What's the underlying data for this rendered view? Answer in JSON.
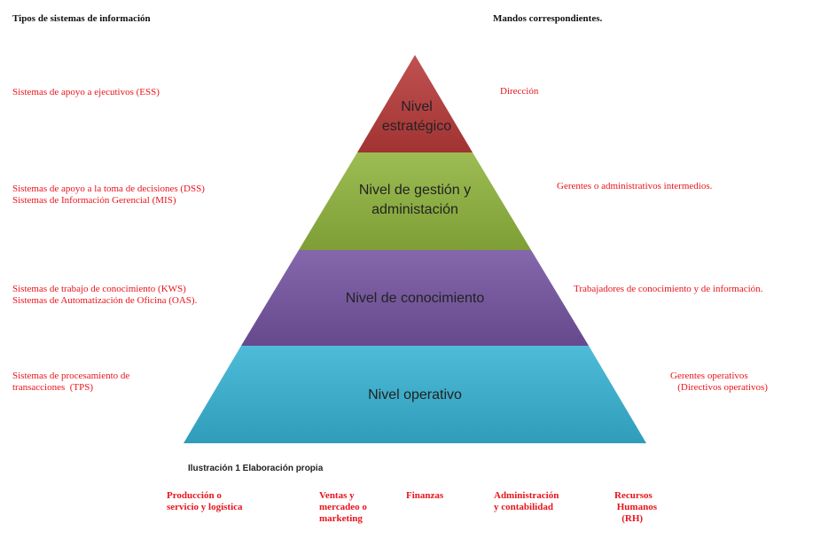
{
  "headers": {
    "left": "Tipos de sistemas de información",
    "right": "Mandos correspondientes."
  },
  "levels": [
    {
      "label": "Nivel\nestratégico",
      "color": "#b83a3a",
      "system": "Sistemas de apoyo a ejecutivos (ESS)",
      "mando": "Dirección"
    },
    {
      "label": "Nivel de gestión y\nadministación",
      "color": "#8fb43c",
      "system": "Sistemas de apoyo a la toma de decisiones (DSS)\nSistemas de Información Gerencial (MIS)",
      "mando": "Gerentes o administrativos intermedios."
    },
    {
      "label": "Nivel de conocimiento",
      "color": "#7453a0",
      "system": "Sistemas de trabajo de conocimiento (KWS)\nSistemas de Automatización de Oficina (OAS).",
      "mando": "Trabajadores de conocimiento y de información."
    },
    {
      "label": "Nivel operativo",
      "color": "#36b2d3",
      "system": "Sistemas de procesamiento de\ntransacciones  (TPS)",
      "mando": "Gerentes operativos\n   (Directivos operativos)"
    }
  ],
  "caption": "Ilustración 1 Elaboración propia",
  "areas": [
    "Producción o\nservicio y logística",
    "Ventas y\nmercadeo o\nmarketing",
    "Finanzas",
    "Administración\ny contabilidad",
    "Recursos\n Humanos\n   (RH)"
  ]
}
